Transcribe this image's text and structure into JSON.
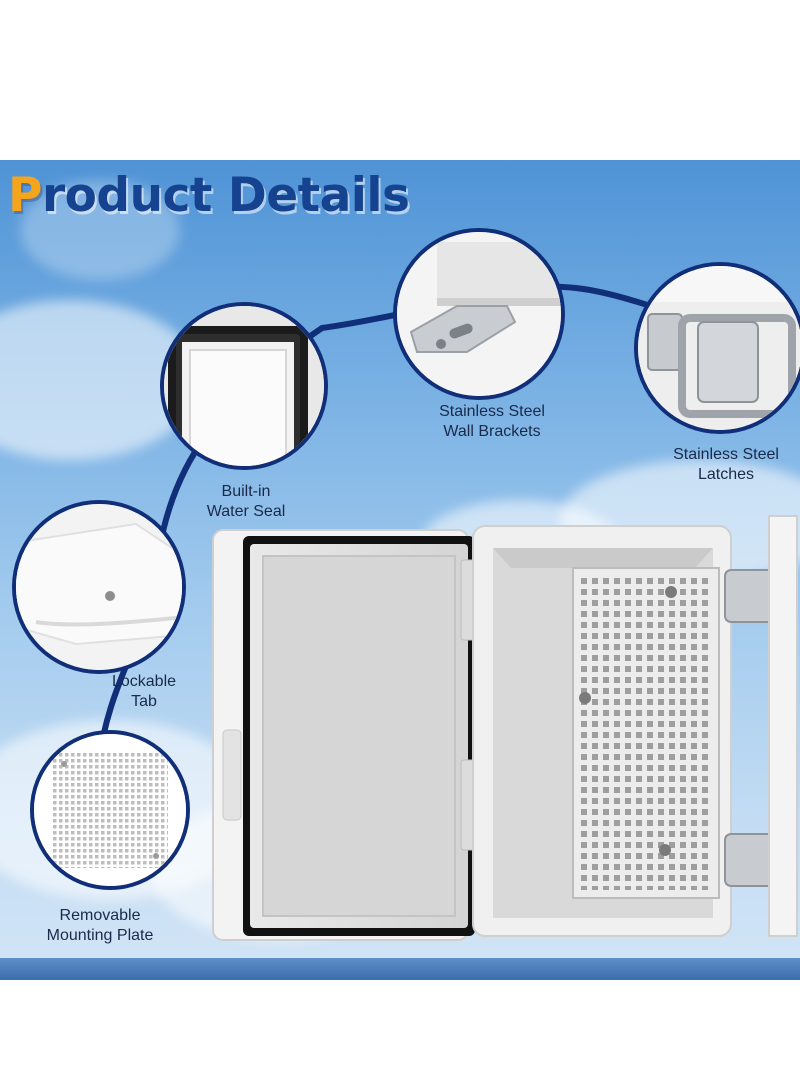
{
  "title": {
    "first_letter": "P",
    "rest": "roduct Details"
  },
  "features": [
    {
      "line1": "Built-in",
      "line2": "Water Seal",
      "icon": "water-seal-detail"
    },
    {
      "line1": "Stainless Steel",
      "line2": "Wall Brackets",
      "icon": "wall-bracket-detail"
    },
    {
      "line1": "Stainless Steel",
      "line2": "Latches",
      "icon": "latch-detail"
    },
    {
      "line1": "Lockable",
      "line2": "Tab",
      "icon": "lockable-tab-detail"
    },
    {
      "line1": "Removable",
      "line2": "Mounting Plate",
      "icon": "mounting-plate-detail"
    }
  ],
  "colors": {
    "title_accent": "#f4a51c",
    "title_main": "#16438f",
    "circle_border": "#102f78",
    "sky": "#79b1e4"
  }
}
